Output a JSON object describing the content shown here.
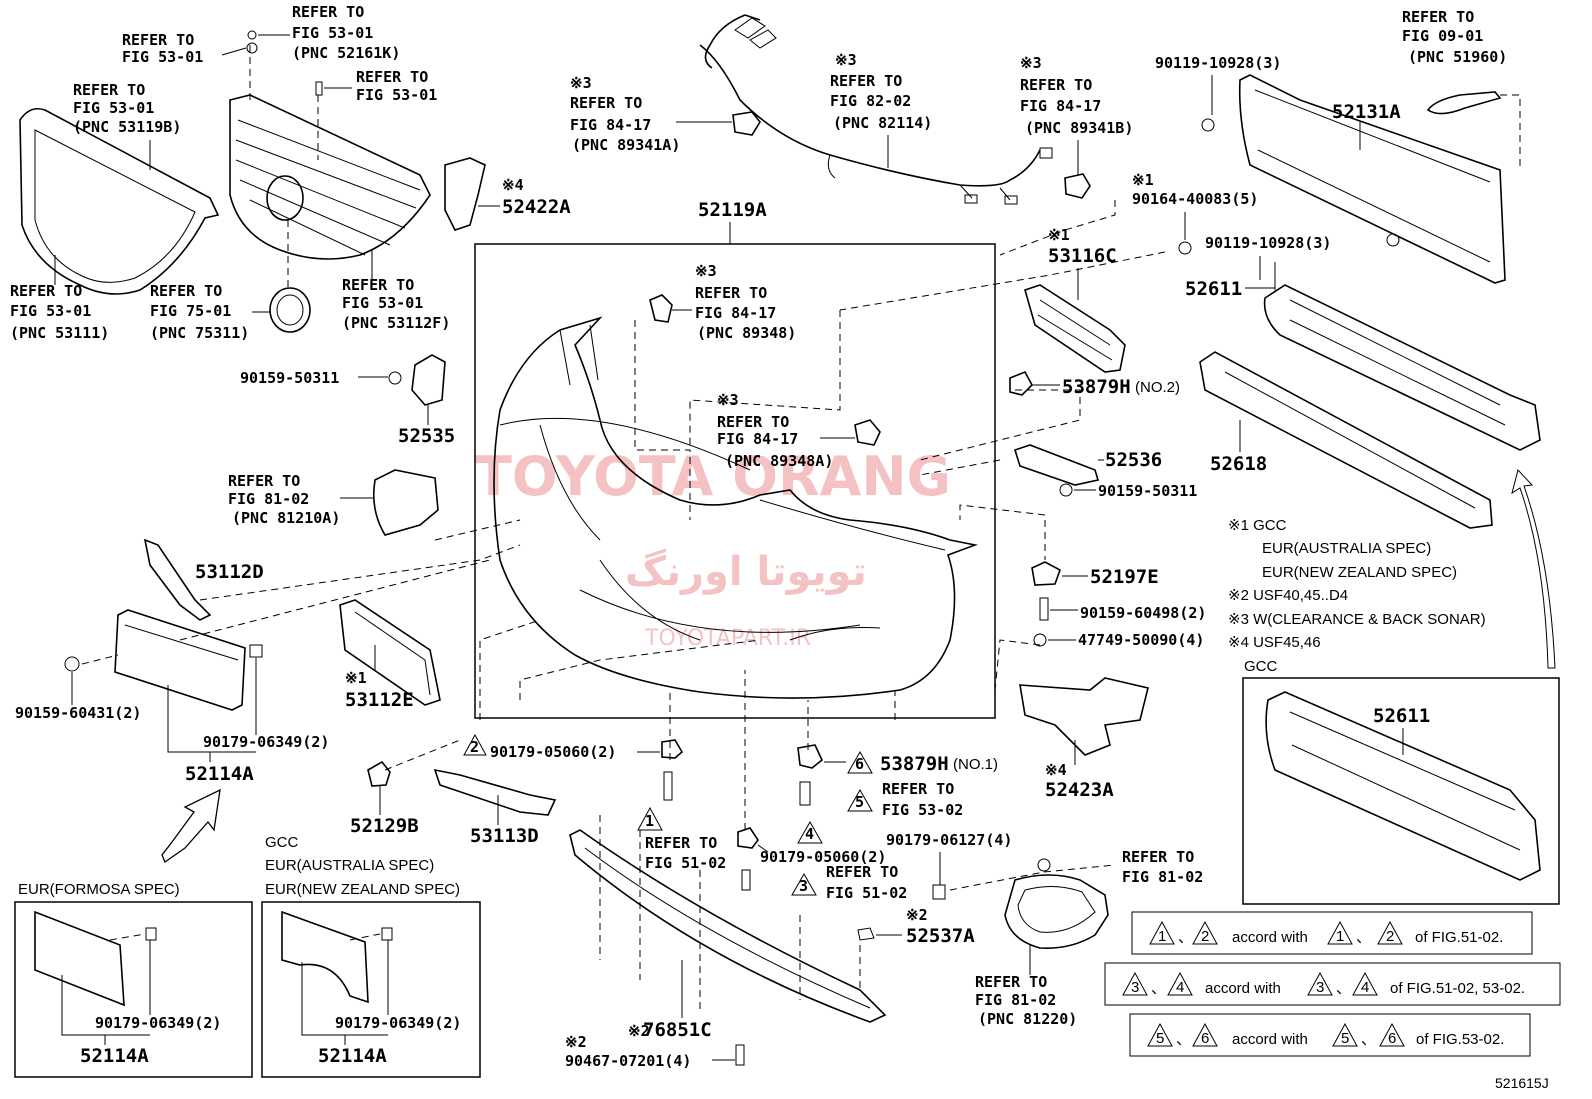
{
  "watermark": {
    "main": "TOYOTA ORANG",
    "persian": "تویوتا اورنگ",
    "site": "TOYOTAPART.IR",
    "color": "#e04848"
  },
  "figure_id": "521615J",
  "part_numbers": {
    "p52422A": "52422A",
    "p52119A": "52119A",
    "p52131A": "52131A",
    "p52611": "52611",
    "p53116C": "53116C",
    "p53879H2": "53879H",
    "p53879H2_suffix": "(NO.2)",
    "p52536": "52536",
    "p52618": "52618",
    "p52535": "52535",
    "p53112D": "53112D",
    "p53112E": "53112E",
    "p52197E": "52197E",
    "p52114A": "52114A",
    "p52129B": "52129B",
    "p53113D": "53113D",
    "p53879H1": "53879H",
    "p53879H1_suffix": "(NO.1)",
    "p52423A": "52423A",
    "p52537A": "52537A",
    "p76851C": "76851C",
    "p52611_gcc": "52611"
  },
  "fasteners": {
    "f90119_10928_top": "90119-10928(3)",
    "f90164_40083": "90164-40083(5)",
    "f90119_10928_mid": "90119-10928(3)",
    "f90159_50311_left": "90159-50311",
    "f90159_50311_right": "90159-50311",
    "f90159_60498": "90159-60498(2)",
    "f47749_50090": "47749-50090(4)",
    "f90159_60431": "90159-60431(2)",
    "f90179_06349": "90179-06349(2)",
    "f90179_05060_a": "90179-05060(2)",
    "f90179_05060_b": "90179-05060(2)",
    "f90179_06127": "90179-06127(4)",
    "f90179_06349_b1": "90179-06349(2)",
    "f90179_06349_b2": "90179-06349(2)",
    "f90467_07201": "90467-07201(4)"
  },
  "refer_labels": {
    "r1": [
      "REFER TO",
      "FIG 53-01"
    ],
    "r2": [
      "REFER TO",
      "FIG 53-01",
      "(PNC 52161K)"
    ],
    "r3": [
      "REFER TO",
      "FIG 53-01"
    ],
    "r4": [
      "REFER TO",
      "FIG 53-01",
      "(PNC 53119B)"
    ],
    "r5": [
      "REFER TO",
      "FIG 53-01",
      "(PNC 53111)"
    ],
    "r6": [
      "REFER TO",
      "FIG 75-01",
      "(PNC 75311)"
    ],
    "r7": [
      "REFER TO",
      "FIG 53-01",
      "(PNC 53112F)"
    ],
    "r8": [
      "REFER TO",
      "FIG 84-17",
      "(PNC 89341A)"
    ],
    "r9": [
      "REFER TO",
      "FIG 82-02",
      "(PNC 82114)"
    ],
    "r10": [
      "REFER TO",
      "FIG 84-17",
      "(PNC 89341B)"
    ],
    "r11": [
      "REFER TO",
      "FIG 09-01",
      "(PNC 51960)"
    ],
    "r12": [
      "REFER TO",
      "FIG 84-17",
      "(PNC 89348)"
    ],
    "r13": [
      "REFER TO",
      "FIG 84-17",
      "(PNC 89348A)"
    ],
    "r14": [
      "REFER TO",
      "FIG 81-02",
      "(PNC 81210A)"
    ],
    "r15": [
      "REFER TO",
      "FIG 53-02"
    ],
    "r16": [
      "REFER TO",
      "FIG 51-02"
    ],
    "r17": [
      "REFER TO",
      "FIG 51-02"
    ],
    "r18": [
      "REFER TO",
      "FIG 81-02"
    ],
    "r19": [
      "REFER TO",
      "FIG 81-02",
      "(PNC 81220)"
    ]
  },
  "asterisks": {
    "a1": "※1",
    "a2": "※2",
    "a3": "※3",
    "a4": "※4"
  },
  "triangles": {
    "t1": "1",
    "t2": "2",
    "t3": "3",
    "t4": "4",
    "t5": "5",
    "t6": "6"
  },
  "legend": {
    "l1": "※1 GCC",
    "l1b": "EUR(AUSTRALIA SPEC)",
    "l1c": "EUR(NEW ZEALAND SPEC)",
    "l2": "※2 USF40,45..D4",
    "l3": "※3 W(CLEARANCE & BACK SONAR)",
    "l4": "※4 USF45,46"
  },
  "variant_labels": {
    "gcc_box": "GCC",
    "eur_formosa": "EUR(FORMOSA SPEC)",
    "gcc2": "GCC",
    "eur_aus": "EUR(AUSTRALIA SPEC)",
    "eur_nz": "EUR(NEW ZEALAND SPEC)"
  },
  "accord_notes": [
    {
      "a": "1",
      "b": "2",
      "text": "accord with",
      "c": "1",
      "d": "2",
      "ref": "of FIG.51-02."
    },
    {
      "a": "3",
      "b": "4",
      "text": "accord with",
      "c": "3",
      "d": "4",
      "ref": "of FIG.51-02, 53-02."
    },
    {
      "a": "5",
      "b": "6",
      "text": "accord with",
      "c": "5",
      "d": "6",
      "ref": "of FIG.53-02."
    }
  ],
  "sep": "、"
}
